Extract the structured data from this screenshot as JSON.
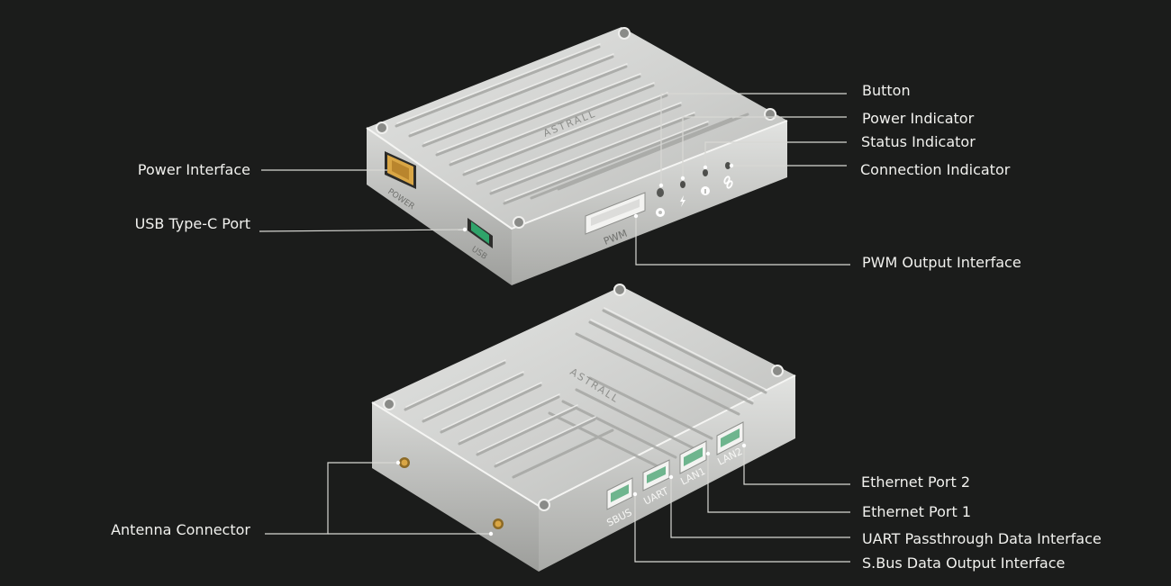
{
  "brand": "ASTRALL",
  "device_top": {
    "silk": {
      "power": "POWER",
      "usb": "USB",
      "pwm": "PWM"
    },
    "indicator_icons": [
      "power-button-icon",
      "lightning-icon",
      "info-icon",
      "link-icon"
    ]
  },
  "device_bottom": {
    "silk": {
      "sbus": "SBUS",
      "uart": "UART",
      "lan1": "LAN1",
      "lan2": "LAN2"
    }
  },
  "labels": {
    "button": "Button",
    "power_indicator": "Power Indicator",
    "status_indicator": "Status Indicator",
    "connection_indicator": "Connection Indicator",
    "power_interface": "Power Interface",
    "usb_type_c_port": "USB Type-C Port",
    "pwm_output_interface": "PWM Output Interface",
    "ethernet_port_2": "Ethernet Port 2",
    "ethernet_port_1": "Ethernet Port 1",
    "uart_passthrough": "UART Passthrough Data Interface",
    "sbus_output": "S.Bus Data Output Interface",
    "antenna_connector": "Antenna Connector"
  },
  "colors": {
    "background": "#1b1c1b",
    "text": "#f1f1ee",
    "leader_line": "#d8d8d4",
    "aluminum_light": "#dfe0de",
    "aluminum_mid": "#bdbebb",
    "aluminum_dark": "#8f908d",
    "power_connector": "#d9a645",
    "usb_port_green": "#2fa36a",
    "sbus_header_green": "#6fb58e"
  }
}
